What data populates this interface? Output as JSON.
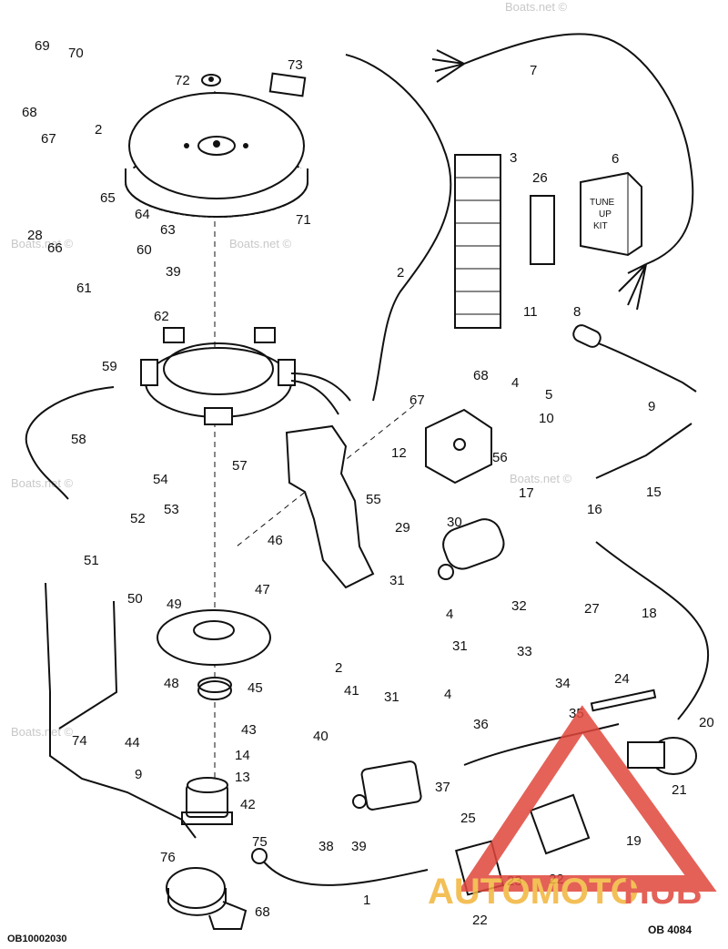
{
  "diagram": {
    "labels": [
      "1",
      "2",
      "2",
      "2",
      "3",
      "4",
      "4",
      "4",
      "5",
      "6",
      "7",
      "8",
      "9",
      "9",
      "10",
      "11",
      "12",
      "13",
      "14",
      "15",
      "16",
      "17",
      "18",
      "19",
      "20",
      "21",
      "22",
      "22",
      "23",
      "24",
      "25",
      "26",
      "27",
      "28",
      "29",
      "30",
      "31",
      "31",
      "31",
      "32",
      "33",
      "34",
      "35",
      "36",
      "37",
      "38",
      "39",
      "39",
      "40",
      "41",
      "42",
      "43",
      "44",
      "45",
      "46",
      "47",
      "48",
      "49",
      "50",
      "51",
      "52",
      "53",
      "54",
      "55",
      "56",
      "57",
      "58",
      "59",
      "60",
      "61",
      "62",
      "63",
      "64",
      "65",
      "66",
      "67",
      "67",
      "68",
      "68",
      "68",
      "69",
      "70",
      "71",
      "72",
      "73",
      "74",
      "75",
      "76"
    ],
    "kit_label": [
      "TUNE",
      "UP",
      "KIT"
    ],
    "watermark": "Boats.net ©"
  },
  "footer": {
    "left_code": "OB10002030",
    "right_code": "OB 4084"
  },
  "logo": {
    "text_auto": "AUTOMOTO",
    "text_hub": "HUB",
    "colors": {
      "auto": "#f2b53a",
      "hub": "#e0463c",
      "triangle": "#e0463c"
    }
  }
}
